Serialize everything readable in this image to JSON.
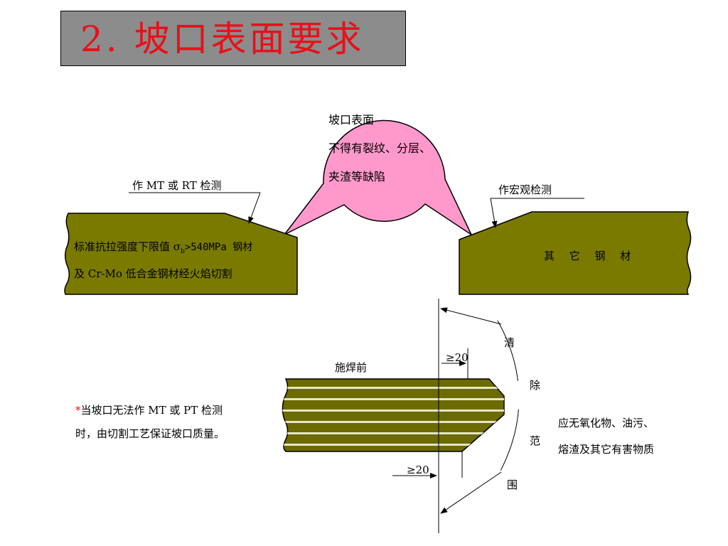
{
  "title": "2. 坡口表面要求",
  "bubble": {
    "line1": "坡口表面",
    "line2": "不得有裂纹、分层、",
    "line3": "夹渣等缺陷"
  },
  "left_callout": "作 MT 或 RT 检测",
  "right_callout": "作宏观检测",
  "left_block": {
    "line1_a": "标准抗拉强度下限值 σ",
    "line1_sub": "b",
    "line1_b": ">540MPa 钢材",
    "line2": "及 Cr-Mo 低合金钢材经火焰切割"
  },
  "right_block": "其 它 钢 材",
  "before_welding": "施焊前",
  "dim_top": "≥20",
  "dim_bottom": "≥20",
  "cleaning_range": [
    "清",
    "除",
    "范",
    "围"
  ],
  "note": {
    "star": "*",
    "line1": "当坡口无法作 MT 或 PT 检测",
    "line2": "时，由切割工艺保证坡口质量。"
  },
  "clean_requirement": {
    "line1": "应无氧化物、油污、",
    "line2": "熔渣及其它有害物质"
  },
  "colors": {
    "title_text": "#e8101a",
    "title_bg": "#8c8c8c",
    "bubble_fill": "#ff99cc",
    "steel_fill": "#7a7a00"
  }
}
